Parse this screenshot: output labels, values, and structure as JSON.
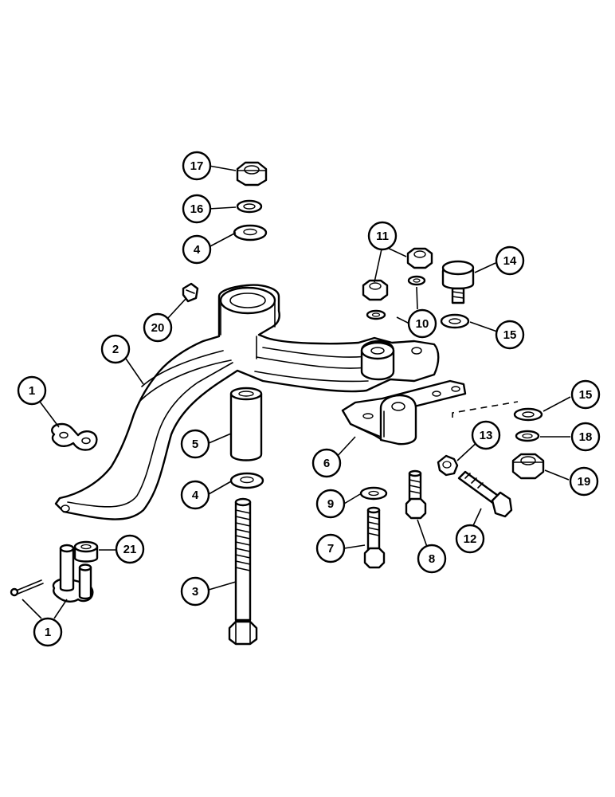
{
  "diagram": {
    "callouts": [
      {
        "id": "c1a",
        "label": "1"
      },
      {
        "id": "c1b",
        "label": "1"
      },
      {
        "id": "c2",
        "label": "2"
      },
      {
        "id": "c3",
        "label": "3"
      },
      {
        "id": "c4a",
        "label": "4"
      },
      {
        "id": "c4b",
        "label": "4"
      },
      {
        "id": "c5",
        "label": "5"
      },
      {
        "id": "c6",
        "label": "6"
      },
      {
        "id": "c7",
        "label": "7"
      },
      {
        "id": "c8",
        "label": "8"
      },
      {
        "id": "c9",
        "label": "9"
      },
      {
        "id": "c10",
        "label": "10"
      },
      {
        "id": "c11",
        "label": "11"
      },
      {
        "id": "c12",
        "label": "12"
      },
      {
        "id": "c13",
        "label": "13"
      },
      {
        "id": "c14",
        "label": "14"
      },
      {
        "id": "c15a",
        "label": "15"
      },
      {
        "id": "c15b",
        "label": "15"
      },
      {
        "id": "c16",
        "label": "16"
      },
      {
        "id": "c17",
        "label": "17"
      },
      {
        "id": "c18",
        "label": "18"
      },
      {
        "id": "c19",
        "label": "19"
      },
      {
        "id": "c20",
        "label": "20"
      },
      {
        "id": "c21",
        "label": "21"
      }
    ]
  }
}
